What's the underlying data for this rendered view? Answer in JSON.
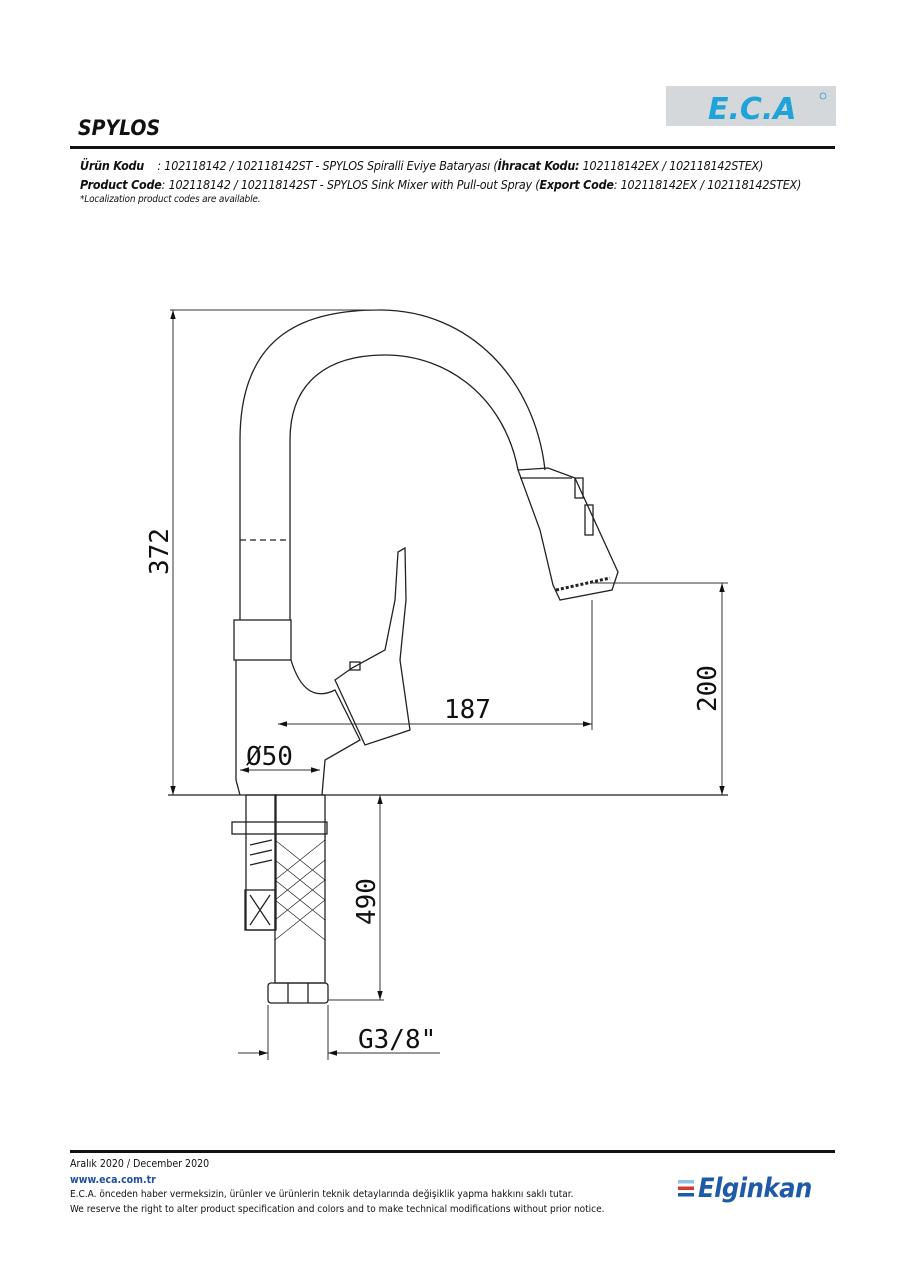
{
  "header": {
    "brand_logo_text": "E.C.A",
    "title": "SPYLOS",
    "line1_label": "Ürün Kodu",
    "line1_text": "    : 102118142 / 102118142ST - SPYLOS Spiralli Eviye Bataryası (",
    "line1_bold": "İhracat Kodu:",
    "line1_tail": " 102118142EX / 102118142STEX)",
    "line2_label": "Product Code",
    "line2_text": ": 102118142 / 102118142ST - SPYLOS Sink Mixer with Pull-out Spray (",
    "line2_bold": "Export Code",
    "line2_tail": ": 102118142EX / 102118142STEX)",
    "note": "*Localization product codes are available."
  },
  "drawing": {
    "dim_height": "372",
    "dim_spout_height": "200",
    "dim_reach": "187",
    "dim_diameter": "Ø50",
    "dim_hose": "490",
    "dim_thread": "G3/8\""
  },
  "footer": {
    "date": "Aralık 2020 / December 2020",
    "website": "www.eca.com.tr",
    "disclaimer_tr": "E.C.A. önceden haber vermeksizin, ürünler ve ürünlerin teknik detaylarında değişiklik yapma hakkını saklı tutar.",
    "disclaimer_en": "We reserve the right to alter product specification and colors and to make technical modifications without prior notice.",
    "partner_logo": "Elginkan"
  },
  "colors": {
    "brand_blue": "#1fa3d8",
    "elginkan_blue": "#1f5aa8",
    "elginkan_red": "#d63a2f"
  }
}
